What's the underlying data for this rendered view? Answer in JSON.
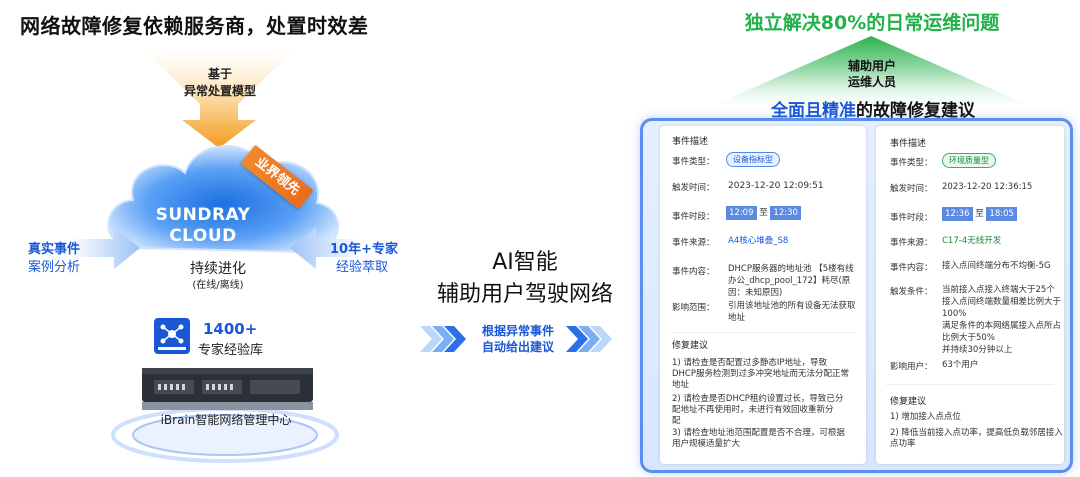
{
  "left": {
    "title": "网络故障修复依赖服务商，处置时效差",
    "funnel_label_1": "基于",
    "funnel_label_2": "异常处置模型",
    "cloud_title_1": "SUNDRAY",
    "cloud_title_2": "CLOUD",
    "ribbon": "业界领先",
    "left_side_1": "真实事件",
    "left_side_2": "案例分析",
    "right_side_1": "10年+专家",
    "right_side_2": "经验萃取",
    "evolve_1": "持续进化",
    "evolve_2": "(在线/离线)",
    "kb_count": "1400+",
    "kb_label": "专家经验库",
    "mgmt_center": "iBrain智能网络管理中心"
  },
  "middle": {
    "ai_1": "AI智能",
    "ai_2": "辅助用户驾驶网络",
    "caption_1": "根据异常事件",
    "caption_2": "自动给出建议"
  },
  "right": {
    "title": "独立解决80%的日常运维问题",
    "assist_1": "辅助用户",
    "assist_2": "运维人员",
    "subtitle_blue": "全面且精准",
    "subtitle_dark": "的故障修复建议",
    "card_left": {
      "section_title": "事件描述",
      "type_label": "事件类型：",
      "type_tag": "设备指标型",
      "trigger_label": "触发时间：",
      "trigger_value": "2023-12-20 12:09:51",
      "period_label": "事件时段：",
      "period_start": "12:09",
      "period_to": "至",
      "period_end": "12:30",
      "source_label": "事件来源：",
      "source_value": "A4核心堆叠_S8",
      "content_label": "事件内容：",
      "content_value_1": "DHCP服务器的地址池 【5楼有线",
      "content_value_2": "办公_dhcp_pool_172】耗尽(原",
      "content_value_3": "因：未知原因)",
      "impact_label": "影响范围：",
      "impact_value_1": "引用该地址池的所有设备无法获取",
      "impact_value_2": "地址",
      "advice_title": "修复建议",
      "advice_1a": "1) 请检查是否配置过多静态IP地址，导致",
      "advice_1b": "DHCP服务检测到过多冲突地址而无法分配正常",
      "advice_1c": "地址",
      "advice_2a": "2) 请检查是否DHCP租约设置过长，导致已分",
      "advice_2b": "配地址不再使用时，未进行有效回收重新分",
      "advice_2c": "配",
      "advice_3a": "3) 请检查地址池范围配置是否不合理，可根据",
      "advice_3b": "用户规模适量扩大"
    },
    "card_right": {
      "section_title": "事件描述",
      "type_label": "事件类型：",
      "type_tag": "环境质量型",
      "trigger_label": "触发时间：",
      "trigger_value": "2023-12-20 12:36:15",
      "period_label": "事件时段：",
      "period_start": "12:36",
      "period_to": "至",
      "period_end": "18:05",
      "source_label": "事件来源：",
      "source_value": "C17-4无线开发",
      "content_label": "事件内容：",
      "content_value_1": "接入点间终端分布不均衡-5G",
      "cond_label": "触发条件：",
      "cond_1": "当前接入点接入终端大于25个",
      "cond_2": "接入点间终端数量相差比例大于",
      "cond_3": "100%",
      "cond_4": "满足条件的本网络属接入点所占",
      "cond_5": "比例大于50%",
      "cond_6": "并持续30分钟以上",
      "users_label": "影响用户：",
      "users_value": "63个用户",
      "advice_title": "修复建议",
      "advice_1": "1) 增加接入点点位",
      "advice_2a": "2) 降低当前接入点功率，提高低负载邻居接入",
      "advice_2b": "点功率"
    }
  },
  "colors": {
    "accent_blue": "#1a57d6",
    "accent_green": "#20b24a",
    "orange": "#f08a2c"
  }
}
